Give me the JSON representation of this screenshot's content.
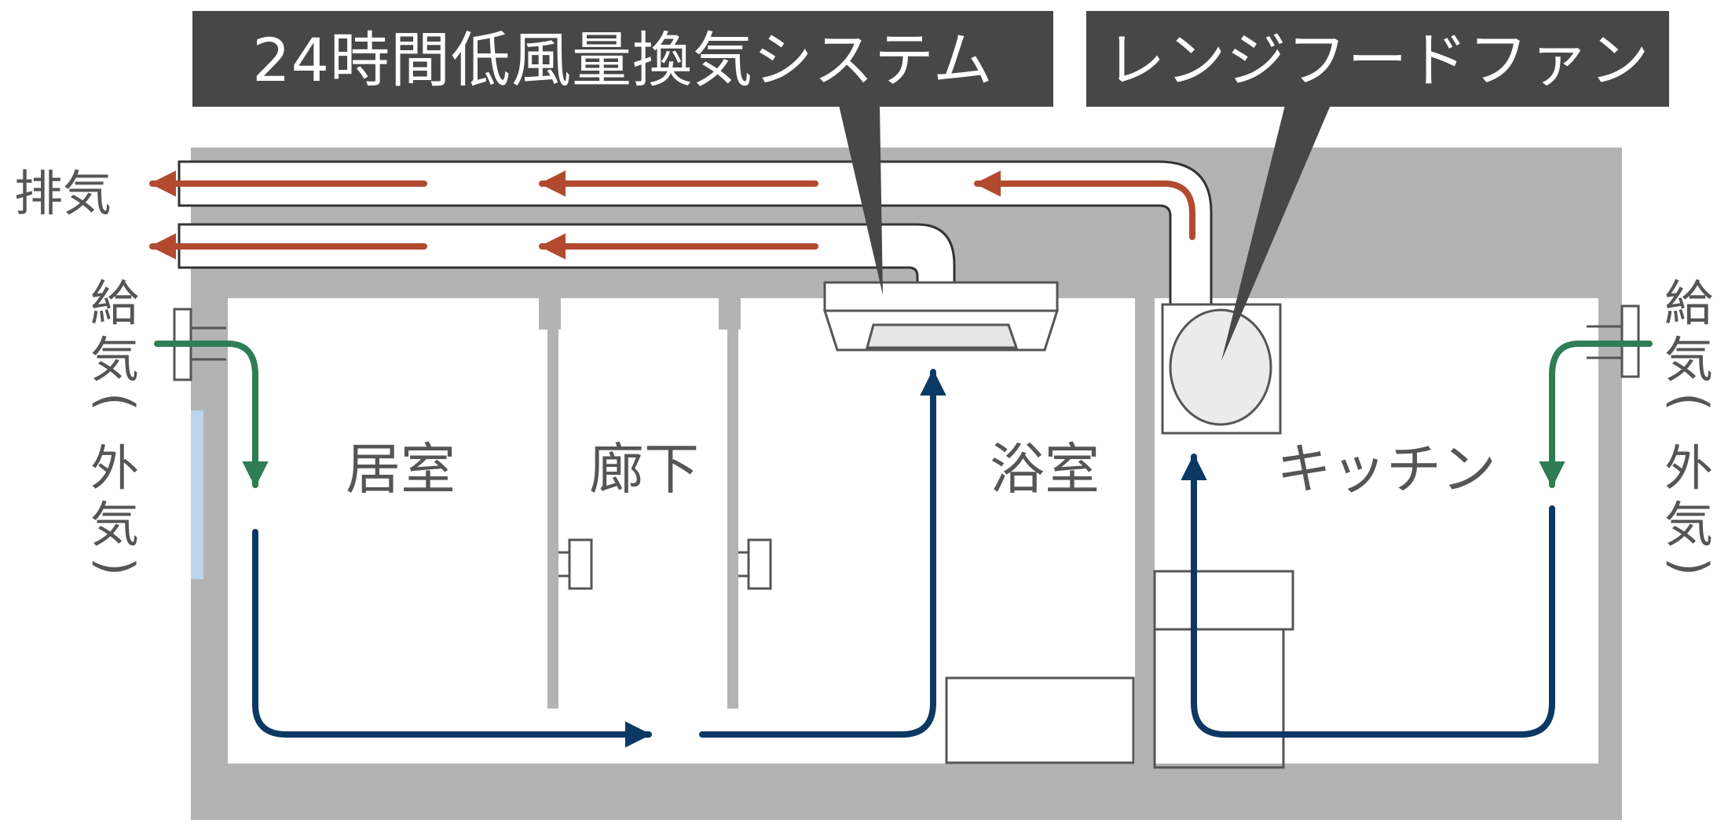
{
  "callouts": {
    "ventilation_system": "24時間低風量換気システム",
    "range_hood_fan": "レンジフードファン"
  },
  "labels": {
    "exhaust": "排気",
    "supply_left": [
      "給",
      "気",
      "(",
      "外",
      "気",
      ")"
    ],
    "supply_right": [
      "給",
      "気",
      "(",
      "外",
      "気",
      ")"
    ]
  },
  "rooms": {
    "living": "居室",
    "hallway": "廊下",
    "bathroom": "浴室",
    "kitchen": "キッチン"
  },
  "colors": {
    "exhaust_arrow": "#b24a30",
    "supply_arrow": "#2f7d55",
    "indoor_flow_arrow": "#0c3864",
    "wall": "#b3b3b3",
    "callout_bg": "#474747",
    "window": "#bcd4ec"
  }
}
